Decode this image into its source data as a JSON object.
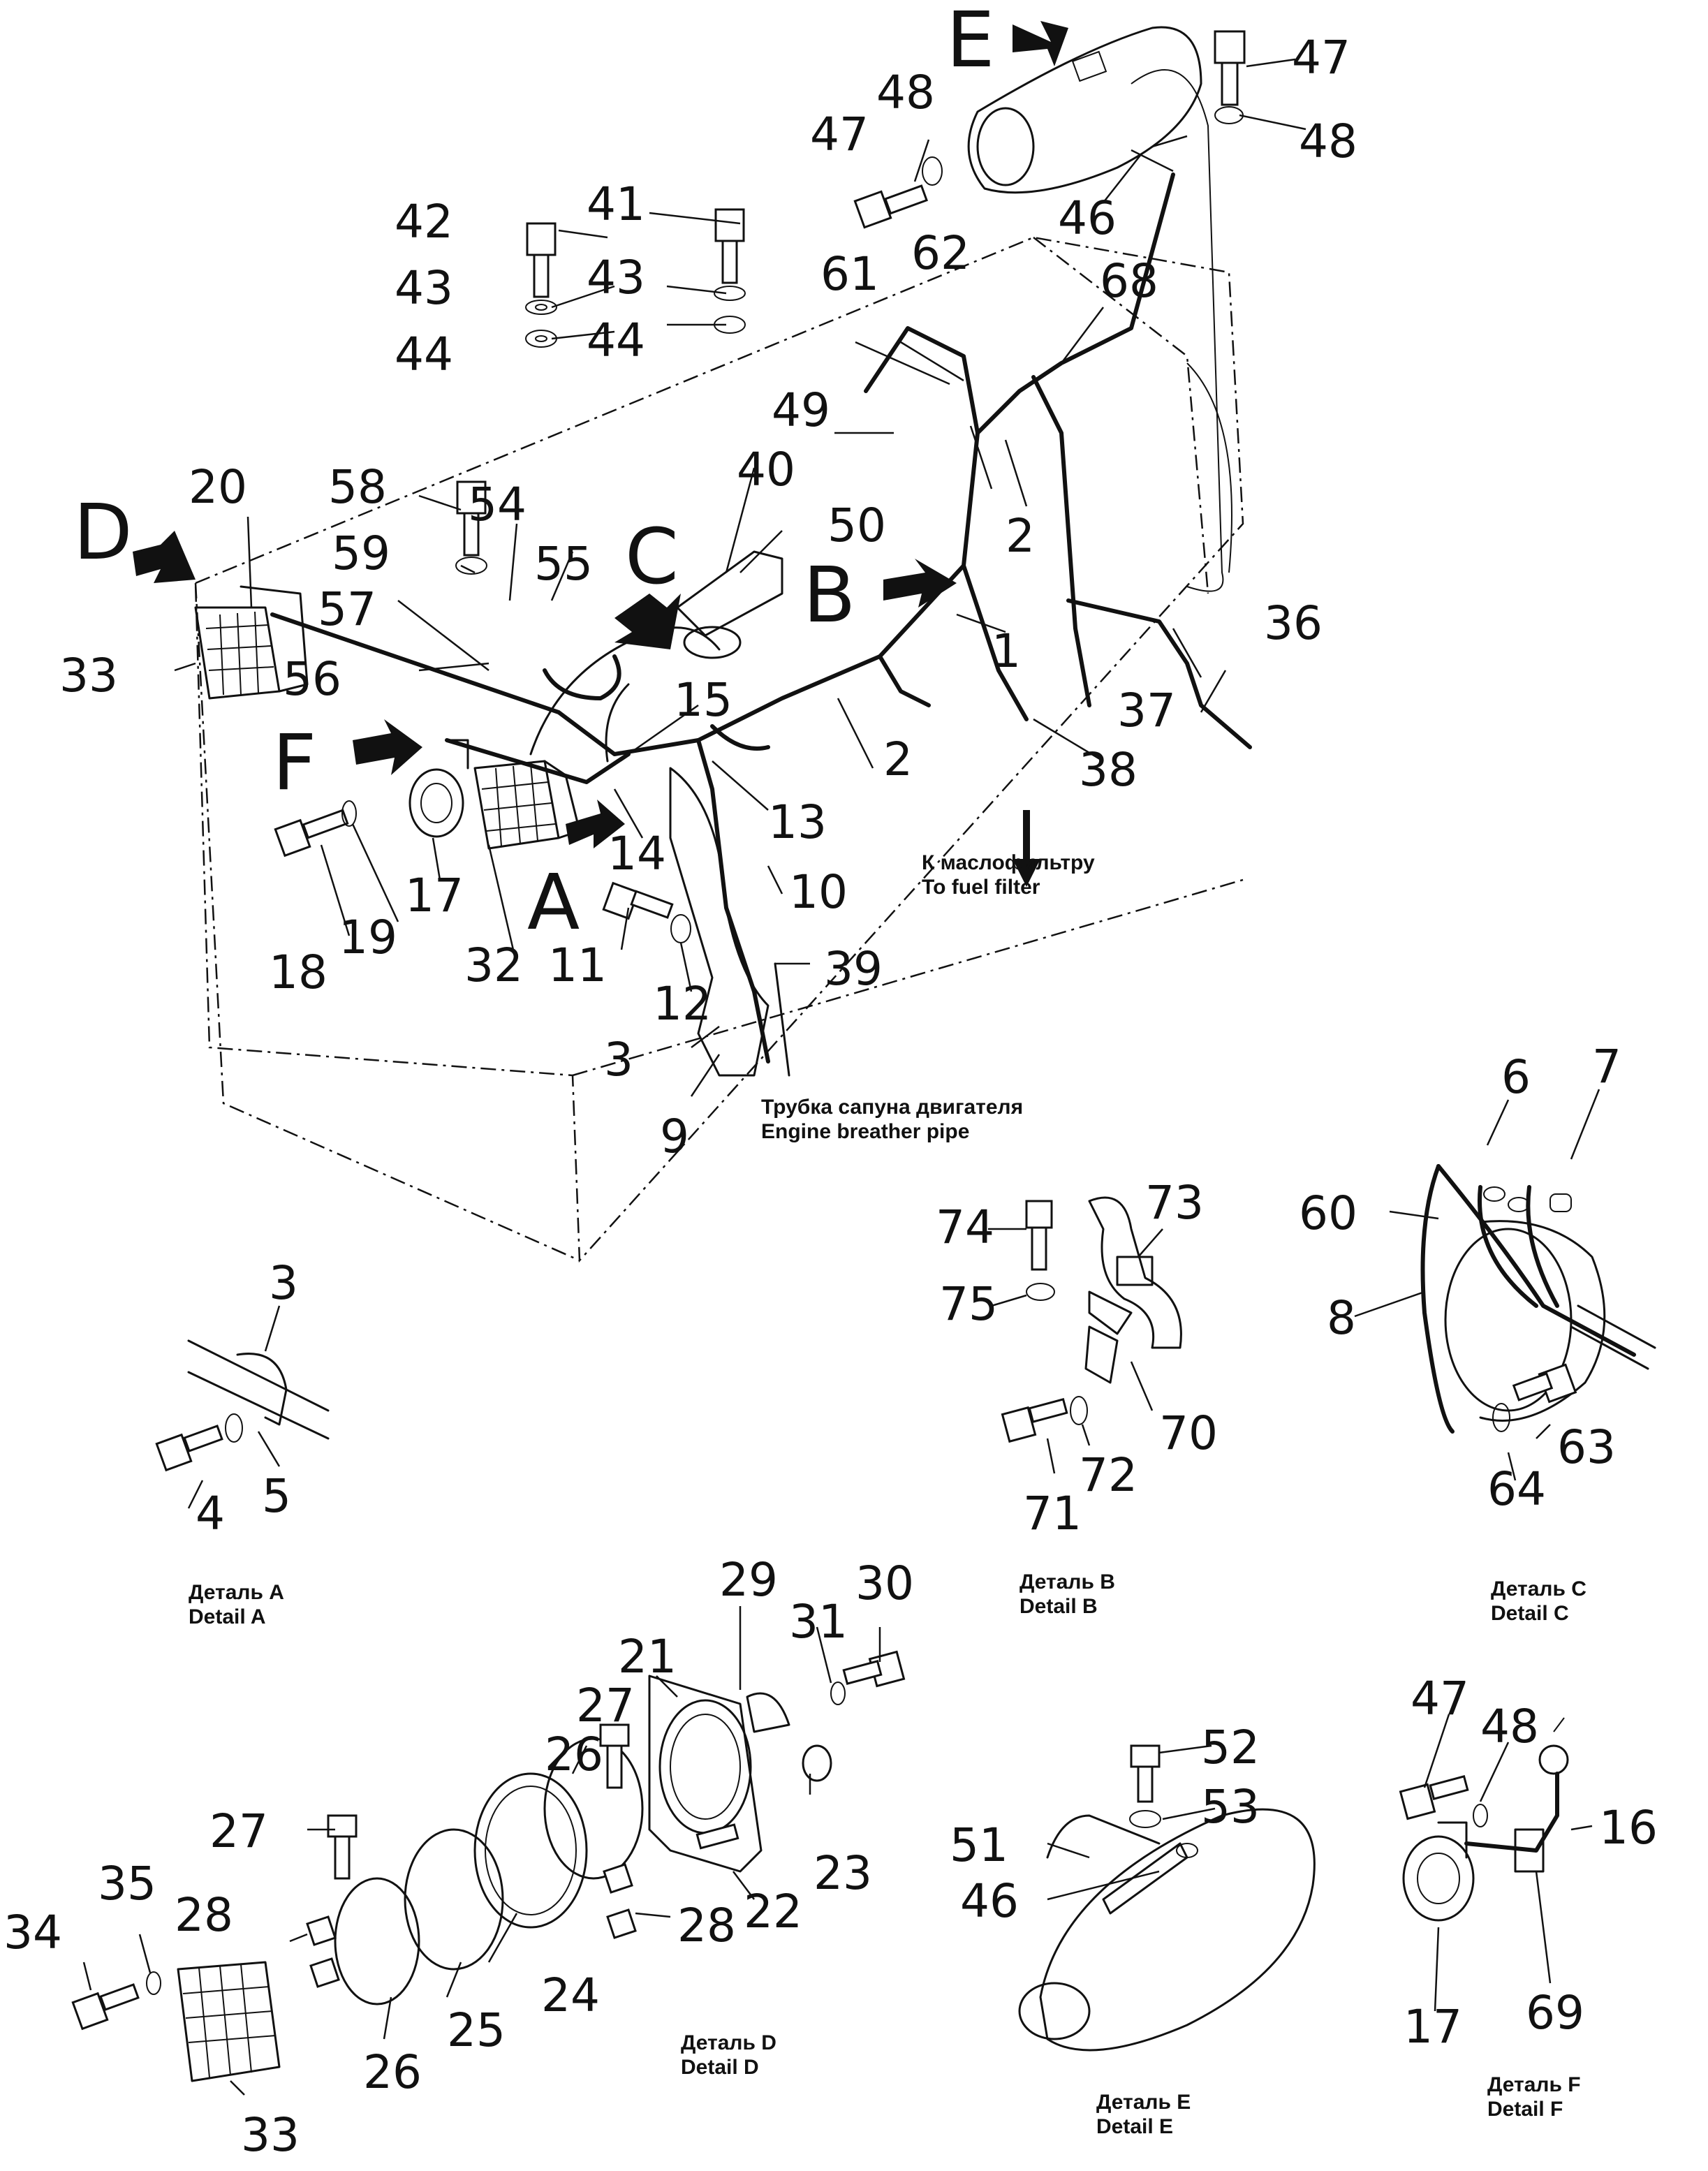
{
  "view_letters": {
    "A": "A",
    "B": "B",
    "C": "C",
    "D": "D",
    "E": "E",
    "F": "F"
  },
  "annotations": {
    "fuel_filter_ru": "К маслофильтру",
    "fuel_filter_en": "To fuel filter",
    "breather_ru": "Трубка сапуна двигателя",
    "breather_en": "Engine breather pipe"
  },
  "detail_captions": {
    "a_ru": "Деталь A",
    "a_en": "Detail A",
    "b_ru": "Деталь B",
    "b_en": "Detail B",
    "c_ru": "Деталь C",
    "c_en": "Detail C",
    "d_ru": "Деталь D",
    "d_en": "Detail D",
    "e_ru": "Деталь E",
    "e_en": "Detail E",
    "f_ru": "Деталь F",
    "f_en": "Detail F"
  },
  "callouts": {
    "main": [
      "47",
      "48",
      "47",
      "48",
      "46",
      "42",
      "41",
      "43",
      "43",
      "44",
      "44",
      "61",
      "62",
      "68",
      "49",
      "40",
      "50",
      "2",
      "58",
      "54",
      "55",
      "59",
      "57",
      "56",
      "20",
      "33",
      "1",
      "36",
      "15",
      "37",
      "38",
      "2",
      "13",
      "14",
      "17",
      "18",
      "19",
      "32",
      "11",
      "10",
      "39",
      "12",
      "3",
      "9"
    ],
    "detail_a": [
      "3",
      "4",
      "5"
    ],
    "detail_b": [
      "73",
      "74",
      "75",
      "70",
      "71",
      "72"
    ],
    "detail_c": [
      "6",
      "7",
      "60",
      "8",
      "63",
      "64"
    ],
    "detail_d": [
      "21",
      "29",
      "30",
      "31",
      "26",
      "27",
      "27",
      "23",
      "22",
      "28",
      "28",
      "24",
      "25",
      "26",
      "33",
      "34",
      "35"
    ],
    "detail_e": [
      "52",
      "53",
      "51",
      "46"
    ],
    "detail_f": [
      "47",
      "48",
      "16",
      "69",
      "17"
    ]
  }
}
